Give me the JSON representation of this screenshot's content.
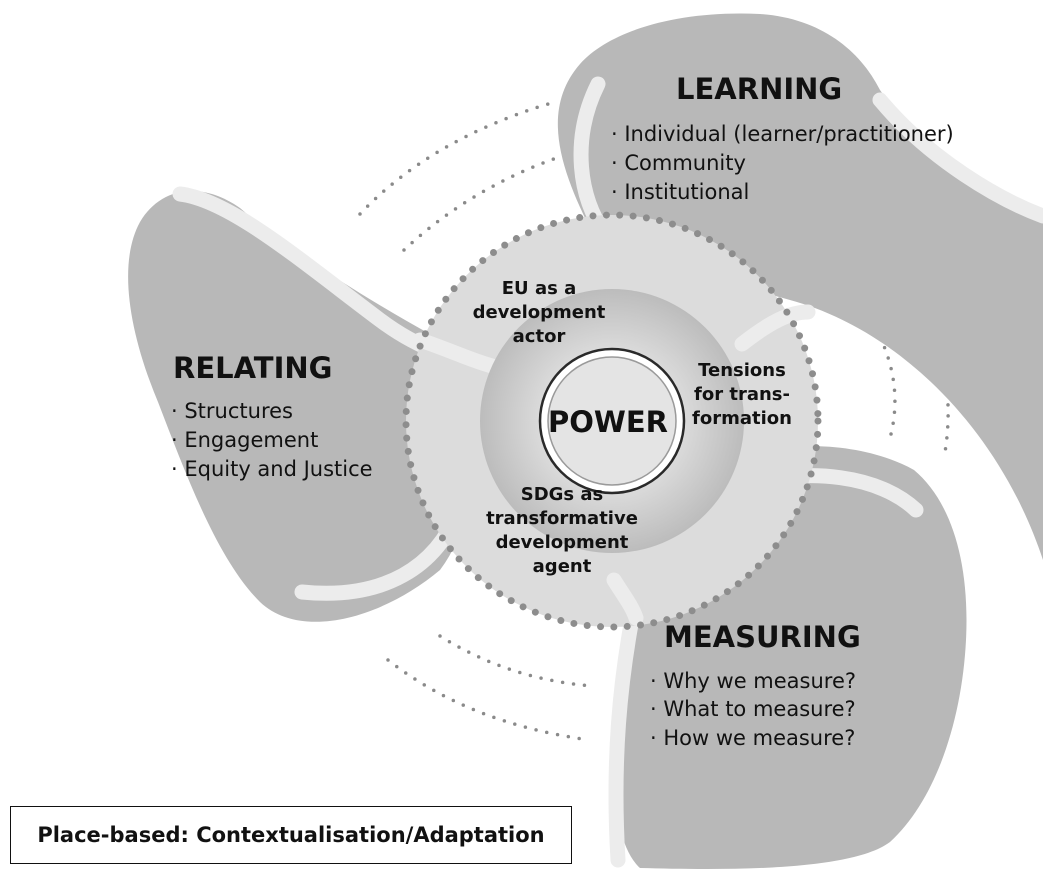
{
  "learning": {
    "heading": "LEARNING",
    "items": [
      "· Individual (learner/practitioner)",
      "· Community",
      "· Institutional"
    ]
  },
  "relating": {
    "heading": "RELATING",
    "items": [
      "· Structures",
      "· Engagement",
      "· Equity and Justice"
    ]
  },
  "measuring": {
    "heading": "MEASURING",
    "items": [
      "· Why we measure?",
      "· What to measure?",
      "· How we measure?"
    ]
  },
  "center": {
    "label": "POWER",
    "top_text": [
      "EU as a",
      "development",
      "actor"
    ],
    "right_text": [
      "Tensions",
      "for trans-",
      "formation"
    ],
    "bottom_text": [
      "SDGs as",
      "transformative",
      "development",
      "agent"
    ]
  },
  "footer": {
    "label": "Place-based: Contextualisation/Adaptation"
  },
  "colors": {
    "blade": "#b8b8b8",
    "outer_disc": "#dcdcdc",
    "hub_gradient_inner": "#ececec",
    "hub_gradient_outer": "#bdbdbd",
    "dots": "#8d8d8d"
  }
}
